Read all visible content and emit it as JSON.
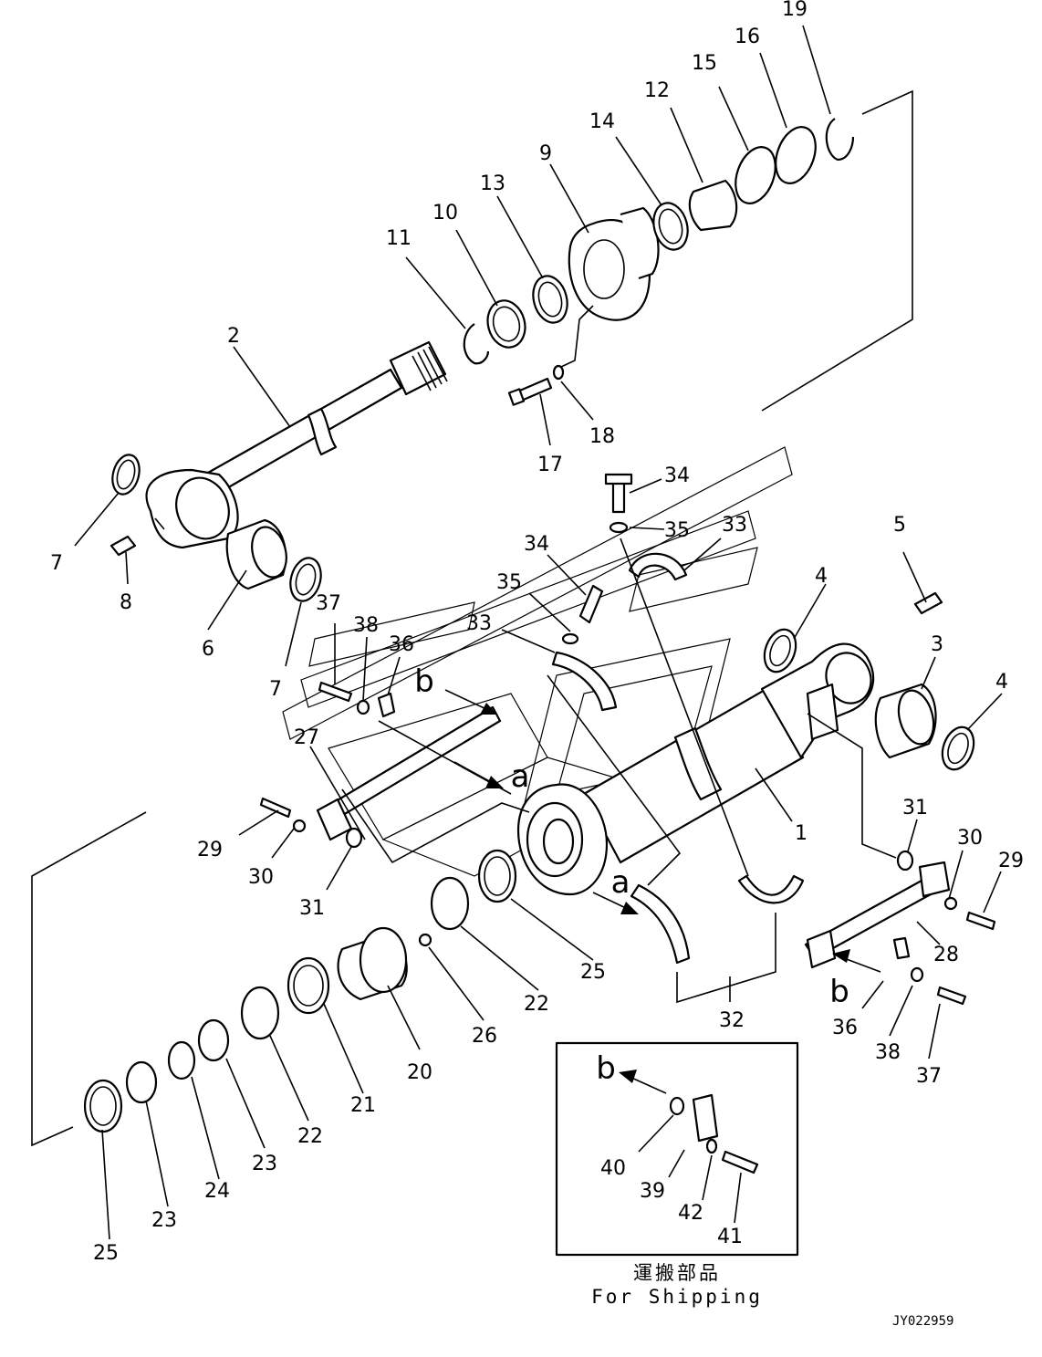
{
  "labels": {
    "n1": "1",
    "n2": "2",
    "n3": "3",
    "n4a": "4",
    "n4b": "4",
    "n5": "5",
    "n6": "6",
    "n7a": "7",
    "n7b": "7",
    "n8": "8",
    "n9": "9",
    "n10": "10",
    "n11": "11",
    "n12": "12",
    "n13": "13",
    "n14": "14",
    "n15": "15",
    "n16": "16",
    "n17": "17",
    "n18": "18",
    "n19": "19",
    "n20": "20",
    "n21": "21",
    "n22a": "22",
    "n22b": "22",
    "n23a": "23",
    "n23b": "23",
    "n24": "24",
    "n25a": "25",
    "n25b": "25",
    "n26": "26",
    "n27": "27",
    "n28": "28",
    "n29a": "29",
    "n29b": "29",
    "n30a": "30",
    "n30b": "30",
    "n31a": "31",
    "n31b": "31",
    "n32": "32",
    "n33a": "33",
    "n33b": "33",
    "n34a": "34",
    "n34b": "34",
    "n35a": "35",
    "n35b": "35",
    "n36a": "36",
    "n36b": "36",
    "n37a": "37",
    "n37b": "37",
    "n38a": "38",
    "n38b": "38",
    "n39": "39",
    "n40": "40",
    "n41": "41",
    "n42": "42"
  },
  "markers": {
    "a1": "a",
    "a2": "a",
    "b1": "b",
    "b2": "b",
    "b3": "b"
  },
  "inset": {
    "caption_jp": "運搬部品",
    "caption_en": "For Shipping"
  },
  "drawing_code": "JY022959"
}
